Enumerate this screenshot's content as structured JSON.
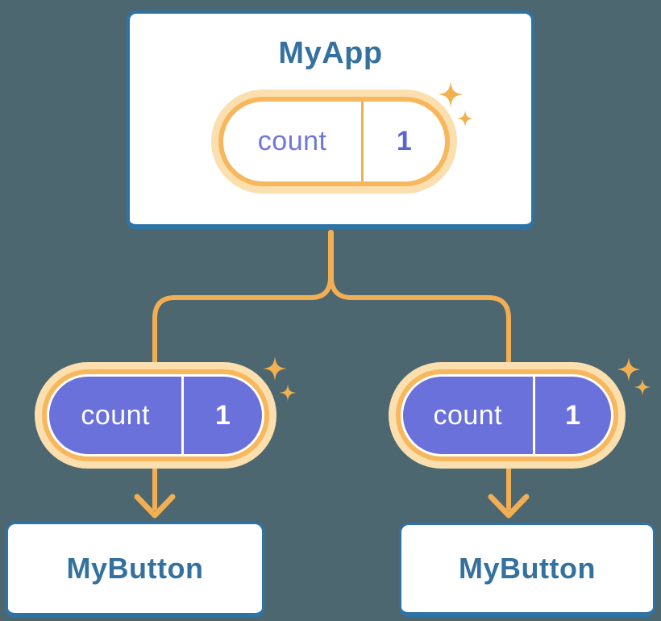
{
  "diagram": {
    "type": "component-tree",
    "colors": {
      "bg": "#4C676F",
      "line_orange": "#F1AE53",
      "ring_orange": "#F7B75C",
      "glow_peach": "#FBDFAE",
      "pill_purple": "#6A71DB",
      "card_border_blue": "#2E73A6",
      "component_text_blue": "#34719F",
      "state_label_purple": "#6E76DC",
      "state_value_purple": "#5C63D4",
      "sparkle_orange": "#F2B04E",
      "card_white": "#FFFFFF"
    },
    "root": {
      "title": "MyApp",
      "state": {
        "label": "count",
        "value": "1"
      }
    },
    "children": [
      {
        "title": "MyButton",
        "prop": {
          "label": "count",
          "value": "1"
        }
      },
      {
        "title": "MyButton",
        "prop": {
          "label": "count",
          "value": "1"
        }
      }
    ]
  }
}
